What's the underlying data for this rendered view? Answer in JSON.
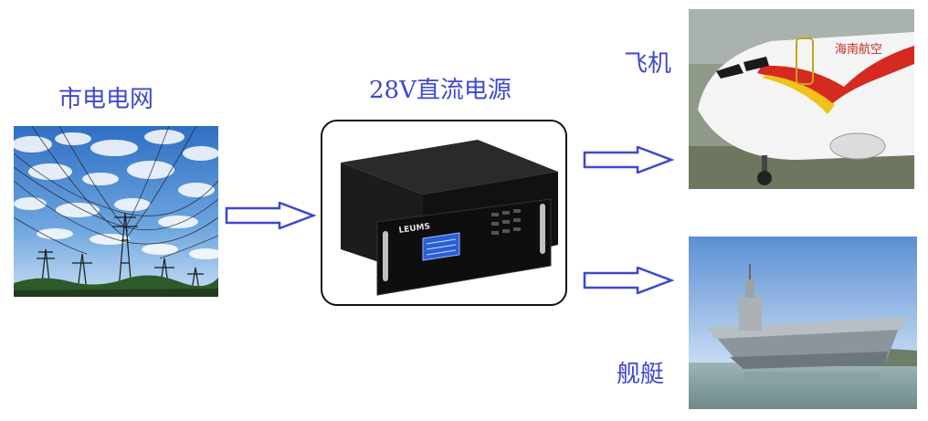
{
  "labels": {
    "grid": "市电电网",
    "power_supply": "28V直流电源",
    "aircraft": "飞机",
    "ship": "舰艇"
  },
  "device": {
    "brand": "LEUMS"
  },
  "airline_livery": {
    "text": "海南航空"
  },
  "colors": {
    "label": "#3f48cc",
    "arrow_fill": "#ffffff",
    "arrow_stroke": "#3f48cc",
    "box_border": "#111111"
  }
}
